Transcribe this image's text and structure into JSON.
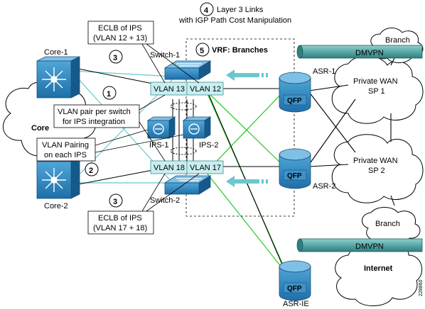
{
  "labels": {
    "core_cloud": "Core",
    "core1": "Core-1",
    "core2": "Core-2",
    "switch1": "Switch-1",
    "switch2": "Switch-2",
    "vlan13": "VLAN 13",
    "vlan12": "VLAN 12",
    "vlan18": "VLAN 18",
    "vlan17": "VLAN 17",
    "ips1": "IPS-1",
    "ips2": "IPS-2",
    "asr1": "ASR-1",
    "asr2": "ASR-2",
    "asrie": "ASR-IE",
    "qfp": "QFP",
    "branch": "Branch",
    "dmvpn": "DMVPN",
    "private_wan_1": [
      "Private WAN",
      "SP 1"
    ],
    "private_wan_2": [
      "Private WAN",
      "SP 2"
    ],
    "internet": "Internet",
    "vrf": "VRF: Branches",
    "layer3": [
      "Layer 3 Links",
      "with IGP Path Cost Manipulation"
    ],
    "eclb_top": [
      "ECLB of IPS",
      "(VLAN 12 + 13)"
    ],
    "eclb_bottom": [
      "ECLB of IPS",
      "(VLAN 17 + 18)"
    ],
    "vlan_pair": [
      "VLAN pair per switch",
      "for IPS integration"
    ],
    "vlan_pairing": [
      "VLAN Pairing",
      "on each IPS"
    ],
    "fig_id": "228860"
  },
  "callouts": [
    "1",
    "2",
    "3",
    "3",
    "4",
    "5"
  ],
  "colors": {
    "device_blue": "#1f77b4",
    "link_black": "#000000",
    "link_green": "#33cc33",
    "link_cyan": "#66c8cc",
    "dmvpn_teal": "#5aa8a8",
    "arrow_cyan": "#6cc7cc"
  }
}
